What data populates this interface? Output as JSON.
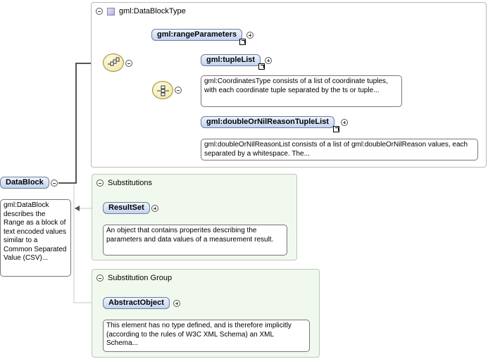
{
  "root": {
    "name": "DataBlock",
    "doc": "gml:DataBlock describes the Range as a block of text encoded values similar to a Common Separated Value (CSV)..."
  },
  "type_panel": {
    "title": "gml:DataBlockType",
    "sequence_icon": "sequence-compositor-icon",
    "choice_icon": "choice-compositor-icon",
    "range_parameters": {
      "name": "gml:rangeParameters"
    },
    "tuple_list": {
      "name": "gml:tupleList",
      "doc": "gml:CoordinatesType consists of a list of coordinate tuples, with each coordinate tuple separated by the ts or tuple..."
    },
    "double_or_nil": {
      "name": "gml:doubleOrNilReasonTupleList",
      "doc": "gml:doubleOrNilReasonList consists of a list of gml:doubleOrNilReason values, each separated by a whitespace. The..."
    }
  },
  "substitutions": {
    "title": "Substitutions",
    "element": "ResultSet",
    "doc": "An object that contains properites describing the parameters and data values of a measurement result."
  },
  "substitution_group": {
    "title": "Substitution Group",
    "element": "AbstractObject",
    "doc": "This element has no type defined, and is therefore implicitly (according to the rules of W3C XML Schema) an XML Schema..."
  },
  "colors": {
    "element_fill": "#c3d3ef",
    "element_border": "#6d7d99",
    "green_panel": "#f1f9ef",
    "compositor": "#efe3a0"
  }
}
